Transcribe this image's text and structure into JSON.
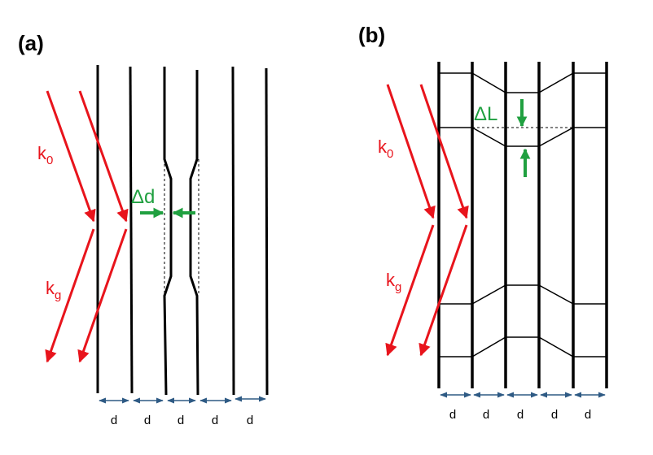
{
  "panel_a": {
    "label": "(a)",
    "k0": {
      "base": "k",
      "sub": "0"
    },
    "kg": {
      "base": "k",
      "sub": "g"
    },
    "delta": "Δd",
    "spacings": [
      "d",
      "d",
      "d",
      "d",
      "d"
    ]
  },
  "panel_b": {
    "label": "(b)",
    "k0": {
      "base": "k",
      "sub": "0"
    },
    "kg": {
      "base": "k",
      "sub": "g"
    },
    "delta": "ΔL",
    "spacings": [
      "d",
      "d",
      "d",
      "d",
      "d"
    ]
  },
  "colors": {
    "wave": "#e8141c",
    "highlight": "#20a040",
    "dimension": "#2e5a84",
    "line": "#000000"
  }
}
